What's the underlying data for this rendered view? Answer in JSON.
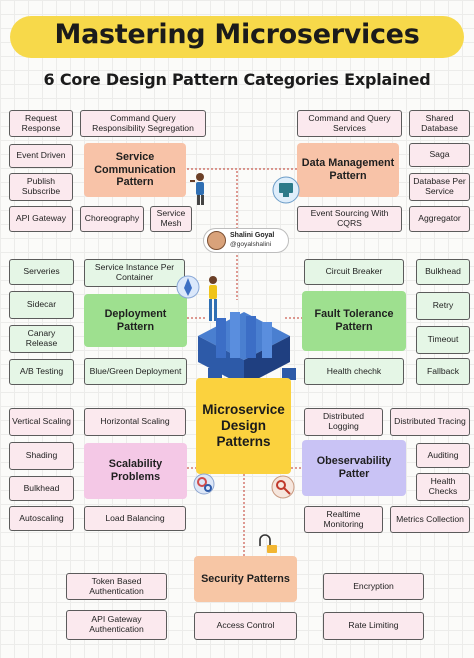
{
  "header": {
    "title": "Mastering Microservices",
    "subtitle": "6 Core Design Pattern Categories Explained"
  },
  "author": {
    "name": "Shalini Goyal",
    "handle": "@goyalshalini"
  },
  "center": {
    "label": "Microservice Design Patterns"
  },
  "communication": {
    "category": "Service Communication Pattern",
    "items": [
      "Request Response",
      "Command Query Responsibility Segregation",
      "Event Driven",
      "Publish Subscribe",
      "API Gateway",
      "Choreography",
      "Service Mesh"
    ]
  },
  "data_management": {
    "category": "Data Management Pattern",
    "items": [
      "Command and Query Services",
      "Shared Database",
      "Saga",
      "Database Per Service",
      "Event Sourcing With CQRS",
      "Aggregator"
    ]
  },
  "deployment": {
    "category": "Deployment Pattern",
    "items": [
      "Serveries",
      "Service Instance Per Container",
      "Sidecar",
      "Canary Release",
      "A/B Testing",
      "Blue/Green Deployment"
    ]
  },
  "fault_tolerance": {
    "category": "Fault Tolerance Pattern",
    "items": [
      "Circuit Breaker",
      "Bulkhead",
      "Retry",
      "Timeout",
      "Health chechk",
      "Fallback"
    ]
  },
  "scalability": {
    "category": "Scalability Problems",
    "items": [
      "Vertical Scaling",
      "Horizontal Scaling",
      "Shading",
      "Bulkhead",
      "Autoscaling",
      "Load Balancing"
    ]
  },
  "observability": {
    "category": "Obeservability Patter",
    "items": [
      "Distributed Logging",
      "Distributed Tracing",
      "Auditing",
      "Health Checks",
      "Realtime Monitoring",
      "Metrics Collection"
    ]
  },
  "security": {
    "category": "Security Patterns",
    "items": [
      "Token Based Authentication",
      "Encryption",
      "API Gateway Authentication",
      "Access Control",
      "Rate Limiting"
    ]
  },
  "colors": {
    "title_banner": "#f7d94a",
    "center": "#fbd23e",
    "communication": "#f8c3a8",
    "deployment": "#9ee08f",
    "scalability": "#f4c8e6",
    "observability": "#c9c3f5",
    "security": "#f7c6a5"
  }
}
